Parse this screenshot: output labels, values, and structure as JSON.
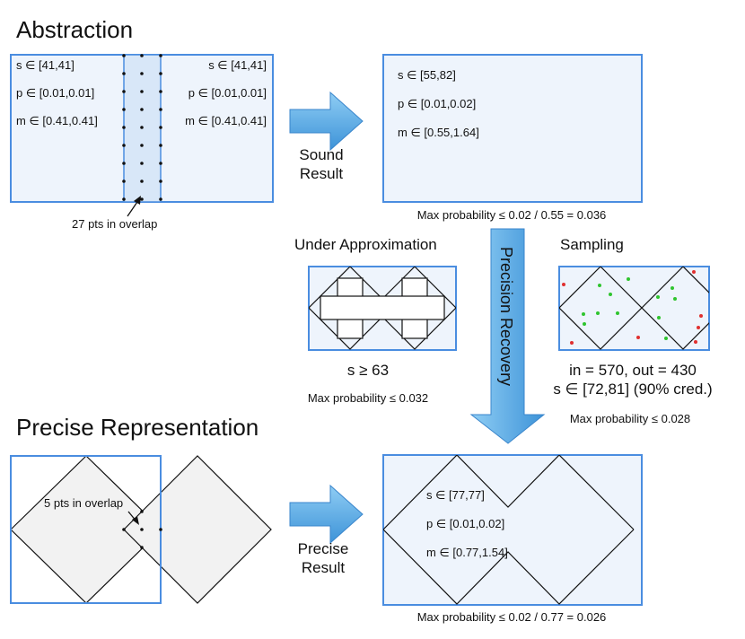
{
  "titles": {
    "abstraction": "Abstraction",
    "precise_representation": "Precise Representation",
    "under_approximation": "Under Approximation",
    "sampling": "Sampling"
  },
  "abstraction_box": {
    "left": {
      "s": "s ∈ [41,41]",
      "p": "p ∈ [0.01,0.01]",
      "m": "m ∈ [0.41,0.41]"
    },
    "right": {
      "s": "s ∈ [41,41]",
      "p": "p ∈ [0.01,0.01]",
      "m": "m ∈ [0.41,0.41]"
    },
    "overlap_note": "27 pts in overlap"
  },
  "sound_arrow": {
    "line1": "Sound",
    "line2": "Result"
  },
  "sound_result": {
    "s": "s ∈ [55,82]",
    "p": "p ∈ [0.01,0.02]",
    "m": "m ∈ [0.55,1.64]",
    "caption": "Max probability ≤ 0.02 / 0.55 = 0.036"
  },
  "precision_recovery": "Precision Recovery",
  "under_approx": {
    "bound": "s ≥ 63",
    "caption": "Max probability ≤ 0.032"
  },
  "sampling": {
    "counts": "in = 570, out = 430",
    "interval": "s ∈ [72,81] (90% cred.)",
    "caption": "Max probability ≤ 0.028"
  },
  "precise_box": {
    "overlap_note": "5 pts in overlap"
  },
  "precise_arrow": {
    "line1": "Precise",
    "line2": "Result"
  },
  "precise_result": {
    "s": "s ∈ [77,77]",
    "p": "p ∈ [0.01,0.02]",
    "m": "m ∈ [0.77,1.54]",
    "caption": "Max probability ≤ 0.02 / 0.77 = 0.026"
  },
  "colors": {
    "box_border": "#4a8de0",
    "box_fill": "#eef4fc",
    "arrow_fill": "#5aaae6",
    "overlap_fill": "#d8e7f8",
    "diamond_fill": "#f2f2f2",
    "dot_in": "#2fc42f",
    "dot_out": "#e03030"
  }
}
